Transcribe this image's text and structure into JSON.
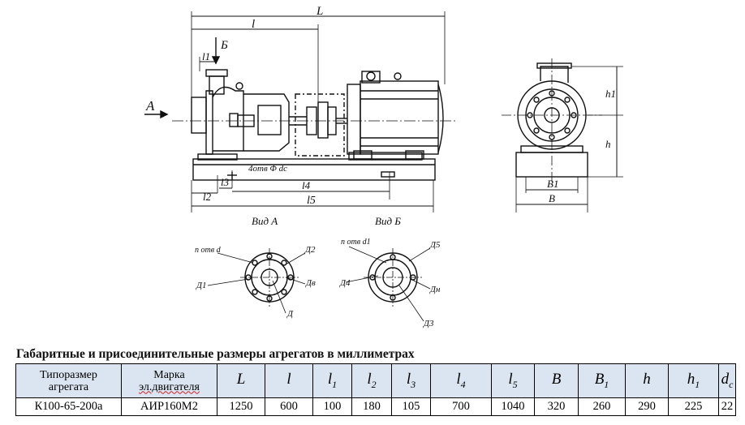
{
  "drawing": {
    "dims": {
      "L": "L",
      "l": "l",
      "l1": "l1",
      "l2": "l2",
      "l3": "l3",
      "l4": "l4",
      "l5": "l5",
      "B": "B",
      "B1": "B1",
      "h": "h",
      "h1": "h1",
      "holes": "4отв Φ dc",
      "A": "A",
      "B_arrow": "Б"
    },
    "views": {
      "view_a": "Вид А",
      "view_b": "Вид Б"
    },
    "flange_a": {
      "holes": "п отв d",
      "d2": "Д2",
      "d1": "Д1",
      "dv": "Дв",
      "d": "Д"
    },
    "flange_b": {
      "holes": "п отв d1",
      "d5": "Д5",
      "d4": "Д4",
      "dn": "Дн",
      "d3": "Д3"
    }
  },
  "caption": "Габаритные и присоединительные размеры агрегатов в миллиметрах",
  "table": {
    "header": {
      "type_line1": "Типоразмер",
      "type_line2": "агрегата",
      "motor_line1": "Марка",
      "motor_line2": "эл.двигателя",
      "symbols": [
        {
          "base": "L",
          "sub": ""
        },
        {
          "base": "l",
          "sub": ""
        },
        {
          "base": "l",
          "sub": "1"
        },
        {
          "base": "l",
          "sub": "2"
        },
        {
          "base": "l",
          "sub": "3"
        },
        {
          "base": "l",
          "sub": "4"
        },
        {
          "base": "l",
          "sub": "5"
        },
        {
          "base": "B",
          "sub": ""
        },
        {
          "base": "B",
          "sub": "1"
        },
        {
          "base": "h",
          "sub": ""
        },
        {
          "base": "h",
          "sub": "1"
        },
        {
          "base": "d",
          "sub": "c"
        }
      ]
    },
    "rows": [
      {
        "type": "К100-65-200а",
        "motor": "АИР160М2",
        "values": [
          "1250",
          "600",
          "100",
          "180",
          "105",
          "700",
          "1040",
          "320",
          "260",
          "290",
          "225",
          "22"
        ]
      }
    ]
  }
}
